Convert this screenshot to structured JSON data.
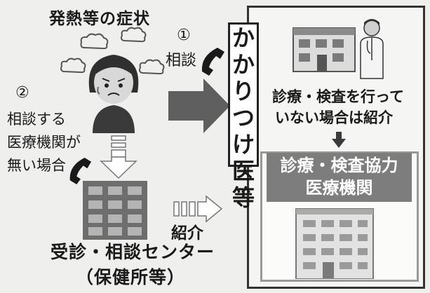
{
  "labels": {
    "symptoms": "発熱等の症状",
    "step1_number": "①",
    "step1_text": "相談",
    "step2_number": "②",
    "step2_line1": "相談する",
    "step2_line2": "医療機関が",
    "step2_line3": "無い場合",
    "referral_text": "紹介",
    "center_line1": "受診・相談センター",
    "center_line2": "（保健所等）"
  },
  "right_panel": {
    "doctor_title": [
      "か",
      "か",
      "り",
      "つ",
      "け",
      "医",
      "等"
    ],
    "clinic_note_line1": "診療・検査を行って",
    "clinic_note_line2": "いない場合は紹介",
    "coop_line1": "診療・検査協力",
    "coop_line2": "医療機関"
  },
  "icons": [
    "cloud-icon",
    "worried-person-icon",
    "telephone-icon",
    "arrow-right-icon",
    "arrow-down-icon",
    "center-building-icon",
    "doctor-icon",
    "clinic-building-icon",
    "hospital-building-icon"
  ]
}
